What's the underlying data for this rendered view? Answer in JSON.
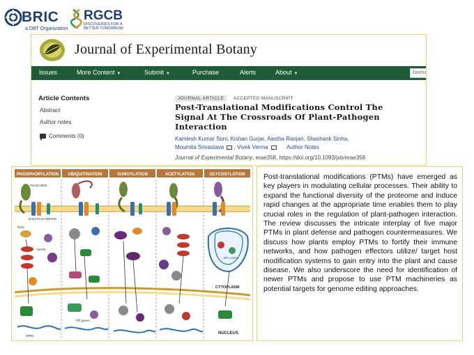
{
  "logos": {
    "bric": {
      "name": "BRIC",
      "tagline": "a DBT Organization"
    },
    "rgcb": {
      "name": "RGCB",
      "tagline_line1": "DISCOVERIES FOR A",
      "tagline_line2": "BETTER TOMORROW"
    }
  },
  "journal": {
    "title": "Journal of Experimental Botany",
    "nav": [
      "Issues",
      "More Content",
      "Submit",
      "Purchase",
      "Alerts",
      "About"
    ],
    "search_placeholder": "Journa"
  },
  "sidebar": {
    "heading": "Article Contents",
    "links": [
      "Abstract",
      "Author notes"
    ],
    "comments": "Comments (0)"
  },
  "article": {
    "badge": "JOURNAL ARTICLE",
    "status": "ACCEPTED MANUSCRIPT",
    "title_line1": "Post-Translational Modifications Control The",
    "title_line2": "Signal At The Crossroads Of Plant-Pathogen",
    "title_line3": "Interaction",
    "authors_line1": "Kamlesh Kumar Soni, Kishan Gurjar, Aastha Ranjan, Shashank Sinha,",
    "authors_line2_a": "Moumita Srivastava",
    "authors_line2_b": "Vivek Verma",
    "authors_line2_c": "Author Notes",
    "citation_journal": "Journal of Experimental Botany",
    "citation_rest": ", erae358, https://doi.org/10.1093/jxb/erae358"
  },
  "figure": {
    "headers": [
      "PHOSPHORYLATION",
      "UBIQUITINATION",
      "SUMOYLATION",
      "ACETYLATION",
      "GLYCOSYLATION"
    ],
    "labels": {
      "cytoplasm": "CYTOPLASM",
      "nucleus": "NUCLEUS",
      "er_lumen": "ER Lumen",
      "bak1": "BAK1",
      "fls2": "FLS2",
      "rbohd": "RBOHD",
      "npr1": "NPR1",
      "mapk": "MAPK",
      "ps_dc3000": "Pst DC3000",
      "pr_genes": "PR genes",
      "ros": "ROS"
    }
  },
  "summary": "Post-translational modifications (PTMs) have emerged as key players in modulating cellular processes. Their ability to expand the functional diversity of the proteome and induce rapid changes at the appropriate time enables them to play crucial roles in the regulation of plant-pathogen interaction. The review discusses the intricate interplay of five major PTMs in plant defense and pathogen countermeasures. We discuss how plants employ PTMs to fortify their immune networks, and how pathogen effectors utilize/ target host modification systems to gain entry into the plant and cause disease. We also underscore the need for identification of newer PTMs and propose to use PTM machineries as potential targets for genome editing approaches.",
  "colors": {
    "nav_green": "#1e5c37",
    "border_gold": "#e7d27a",
    "header_brown": "#b9763a",
    "membrane_gold": "#d9b24a",
    "author_blue": "#2a4a8a"
  }
}
